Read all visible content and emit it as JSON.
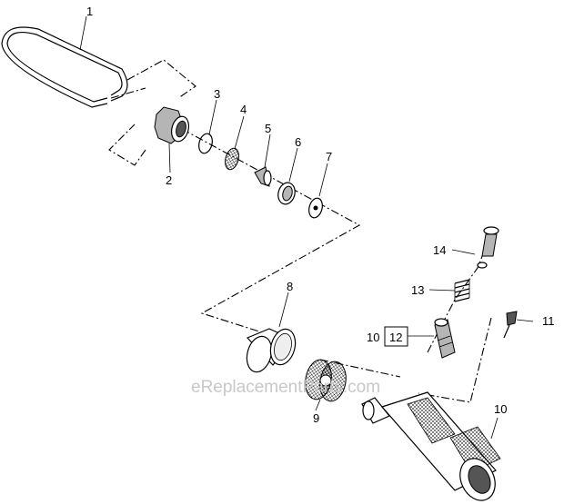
{
  "diagram": {
    "callouts": {
      "c1": "1",
      "c2": "2",
      "c3": "3",
      "c4": "4",
      "c5": "5",
      "c6": "6",
      "c7": "7",
      "c8": "8",
      "c9": "9",
      "c10a": "10",
      "c10b": "10",
      "c11": "11",
      "c12": "12",
      "c13": "13",
      "c14": "14"
    },
    "watermark": "eReplacementParts.com"
  }
}
